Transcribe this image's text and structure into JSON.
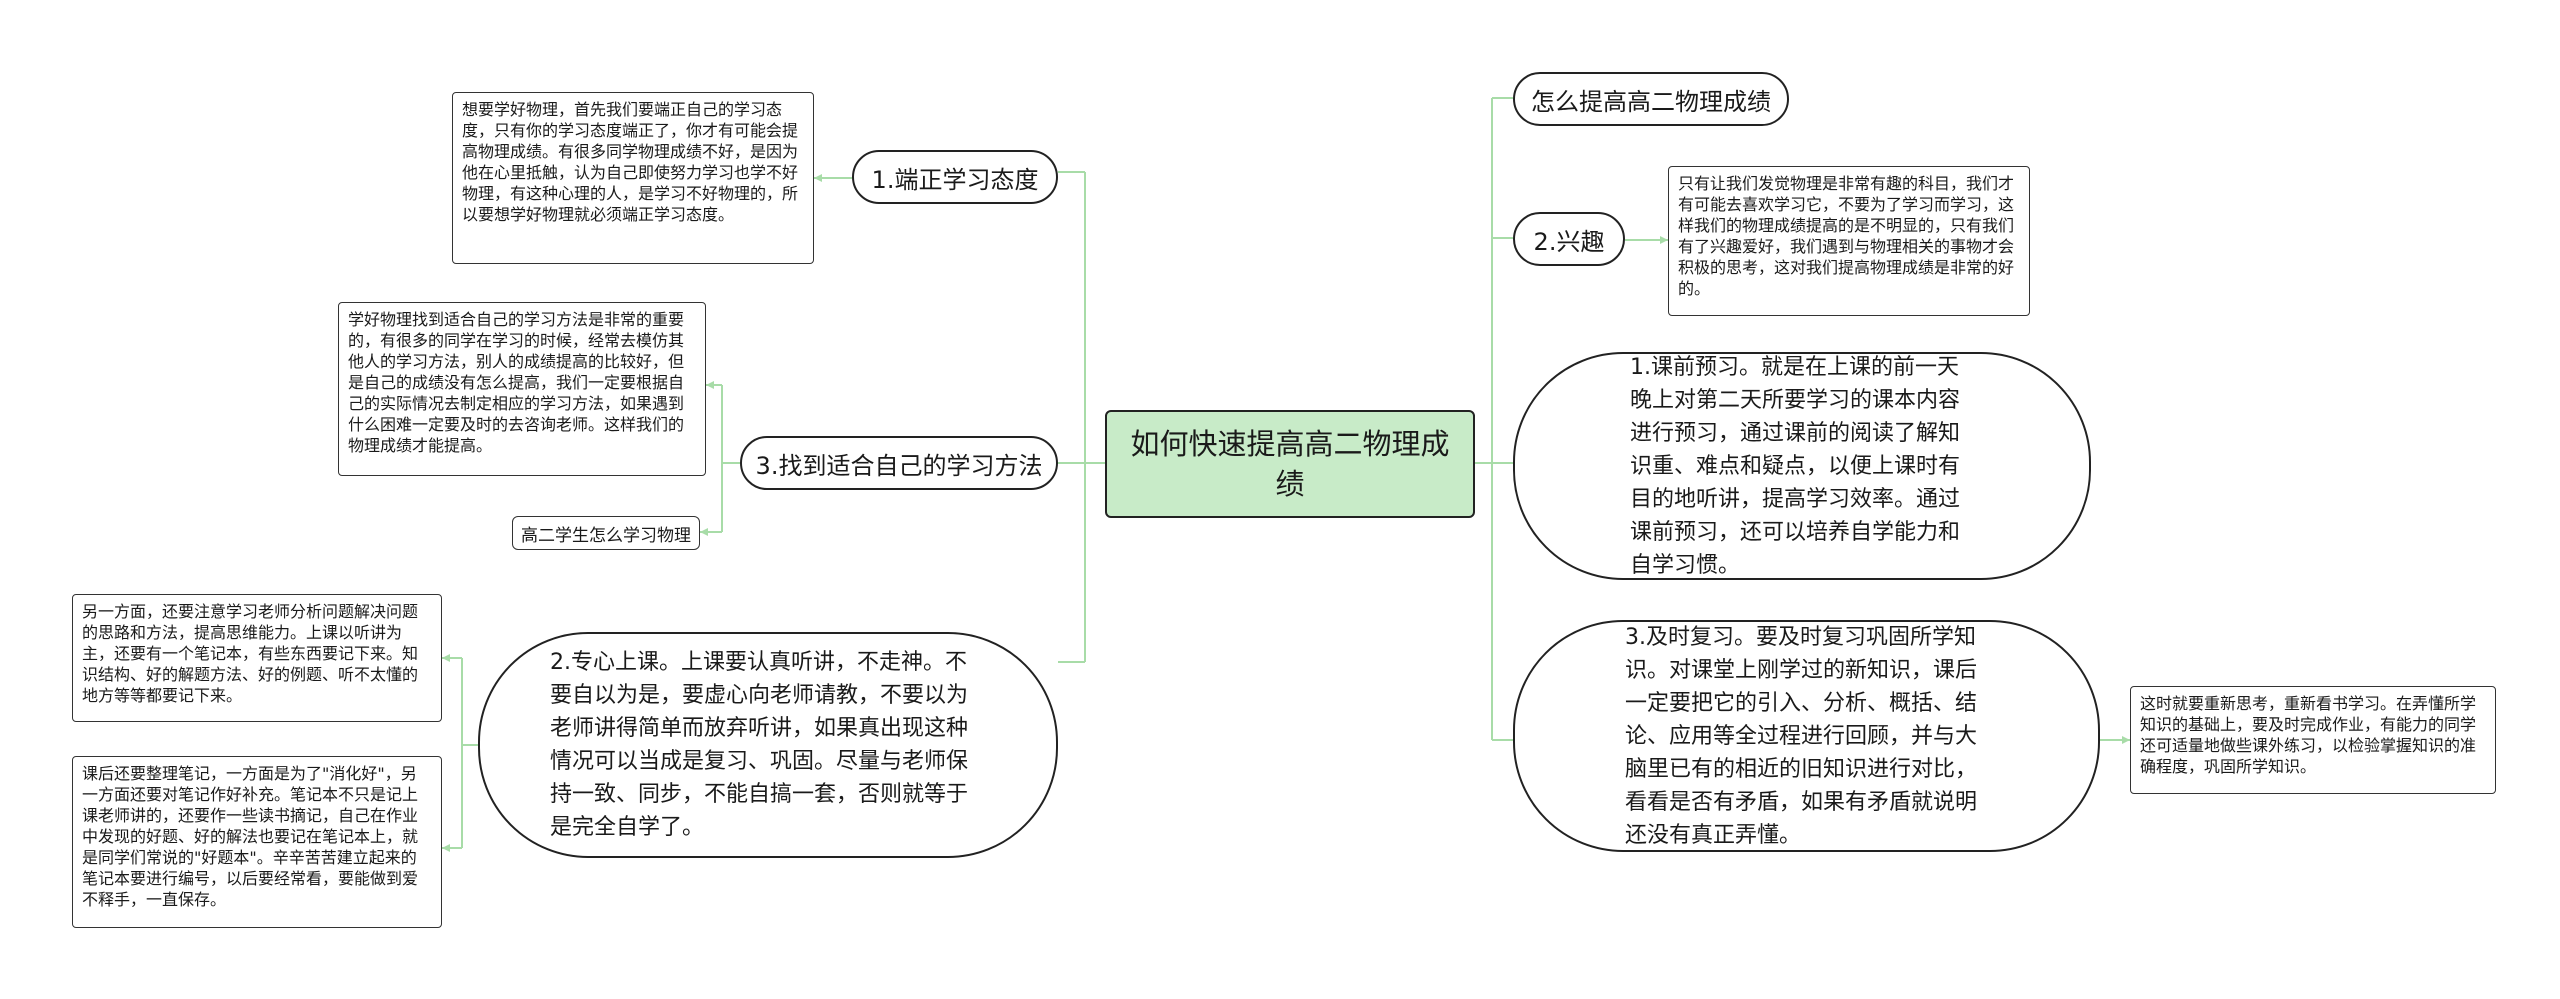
{
  "center": {
    "title": "如何快速提高高二物理成绩"
  },
  "left": {
    "attitude": {
      "label": "1.端正学习态度",
      "note": "想要学好物理，首先我们要端正自己的学习态度，只有你的学习态度端正了，你才有可能会提高物理成绩。有很多同学物理成绩不好，是因为他在心里抵触，认为自己即使努力学习也学不好物理，有这种心理的人，是学习不好物理的，所以要想学好物理就必须端正学习态度。"
    },
    "method": {
      "label": "3.找到适合自己的学习方法",
      "note": "学好物理找到适合自己的学习方法是非常的重要的，有很多的同学在学习的时候，经常去模仿其他人的学习方法，别人的成绩提高的比较好，但是自己的成绩没有怎么提高，我们一定要根据自己的实际情况去制定相应的学习方法，如果遇到什么困难一定要及时的去咨询老师。这样我们的物理成绩才能提高。",
      "sub": "高二学生怎么学习物理"
    },
    "focus": {
      "label": "2.专心上课。上课要认真听讲，不走神。不要自以为是，要虚心向老师请教，不要以为老师讲得简单而放弃听讲，如果真出现这种情况可以当成是复习、巩固。尽量与老师保持一致、同步，不能自搞一套，否则就等于是完全自学了。",
      "note1": "另一方面，还要注意学习老师分析问题解决问题的思路和方法，提高思维能力。上课以听讲为主，还要有一个笔记本，有些东西要记下来。知识结构、好的解题方法、好的例题、听不太懂的地方等等都要记下来。",
      "note2": "课后还要整理笔记，一方面是为了\"消化好\"，另一方面还要对笔记作好补充。笔记本不只是记上课老师讲的，还要作一些读书摘记，自己在作业中发现的好题、好的解法也要记在笔记本上，就是同学们常说的\"好题本\"。辛辛苦苦建立起来的笔记本要进行编号，以后要经常看，要能做到爱不释手，一直保存。"
    }
  },
  "right": {
    "how": {
      "label": "怎么提高高二物理成绩"
    },
    "interest": {
      "label": "2.兴趣",
      "note": "只有让我们发觉物理是非常有趣的科目，我们才有可能去喜欢学习它，不要为了学习而学习，这样我们的物理成绩提高的是不明显的，只有我们有了兴趣爱好，我们遇到与物理相关的事物才会积极的思考，这对我们提高物理成绩是非常的好的。"
    },
    "preview": {
      "label": "1.课前预习。就是在上课的前一天晚上对第二天所要学习的课本内容进行预习，通过课前的阅读了解知识重、难点和疑点，以便上课时有目的地听讲，提高学习效率。通过课前预习，还可以培养自学能力和自学习惯。"
    },
    "review": {
      "label": "3.及时复习。要及时复习巩固所学知识。对课堂上刚学过的新知识，课后一定要把它的引入、分析、概括、结论、应用等全过程进行回顾，并与大脑里已有的相近的旧知识进行对比，看看是否有矛盾，如果有矛盾就说明还没有真正弄懂。",
      "note": "这时就要重新思考，重新看书学习。在弄懂所学知识的基础上，要及时完成作业，有能力的同学还可适量地做些课外练习，以检验掌握知识的准确程度，巩固所学知识。"
    }
  },
  "colors": {
    "connector": "#a8dca8",
    "center_fill": "#c8ebc8"
  }
}
